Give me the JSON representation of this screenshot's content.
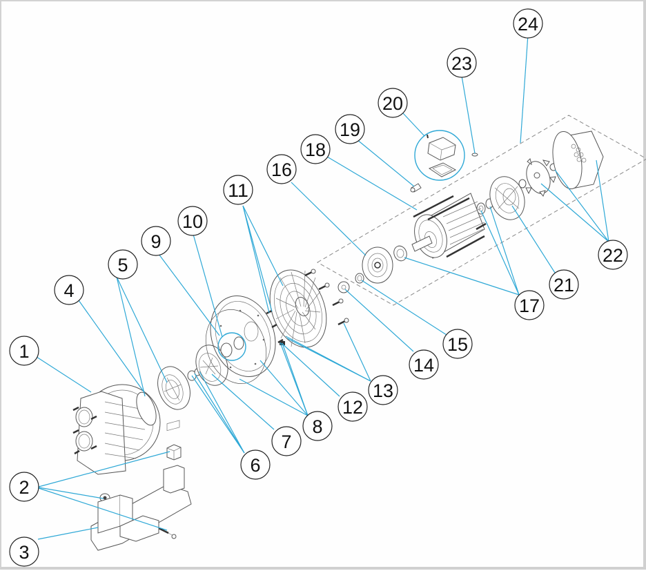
{
  "diagram": {
    "type": "exploded-parts-view",
    "highlight_color": "#7cc77a",
    "leader_color": "#2ea8d6",
    "selected_part": "11"
  },
  "callouts": [
    {
      "label": "1"
    },
    {
      "label": "2"
    },
    {
      "label": "3"
    },
    {
      "label": "4"
    },
    {
      "label": "5"
    },
    {
      "label": "6"
    },
    {
      "label": "7"
    },
    {
      "label": "8"
    },
    {
      "label": "9"
    },
    {
      "label": "10"
    },
    {
      "label": "11"
    },
    {
      "label": "12"
    },
    {
      "label": "13"
    },
    {
      "label": "14"
    },
    {
      "label": "15"
    },
    {
      "label": "16"
    },
    {
      "label": "17"
    },
    {
      "label": "18"
    },
    {
      "label": "19"
    },
    {
      "label": "20"
    },
    {
      "label": "21"
    },
    {
      "label": "22"
    },
    {
      "label": "23"
    },
    {
      "label": "24"
    }
  ]
}
